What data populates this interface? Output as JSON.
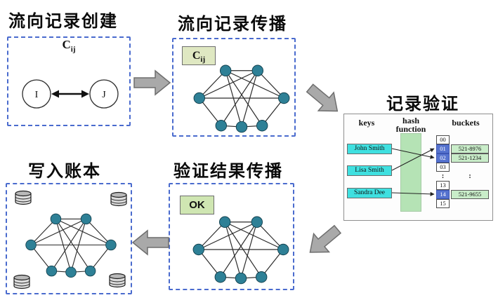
{
  "stages": {
    "create": {
      "title": "流向记录创建",
      "label_main": "C",
      "label_sub": "ij",
      "node_left": "I",
      "node_right": "J"
    },
    "propagate": {
      "title": "流向记录传播",
      "chip_main": "C",
      "chip_sub": "ij"
    },
    "verify": {
      "title": "记录验证"
    },
    "result": {
      "title": "验证结果传播",
      "chip": "OK"
    },
    "ledger": {
      "title": "写入账本"
    }
  },
  "hash_table": {
    "headers": {
      "keys": "keys",
      "hash_line1": "hash",
      "hash_line2": "function",
      "buckets": "buckets"
    },
    "keys": [
      "John Smith",
      "Lisa Smith",
      "Sandra Dee"
    ],
    "bucket_rows": [
      {
        "index": "00",
        "value": ""
      },
      {
        "index": "01",
        "value": "521-8976"
      },
      {
        "index": "02",
        "value": "521-1234"
      },
      {
        "index": "03",
        "value": ""
      },
      {
        "index": ":",
        "value": ":"
      },
      {
        "index": "13",
        "value": ""
      },
      {
        "index": "14",
        "value": "521-9655"
      },
      {
        "index": "15",
        "value": ""
      }
    ]
  },
  "colors": {
    "box_border": "#4a6bce",
    "node_fill": "#2e8096",
    "arrow_fill": "#a9a9a9",
    "key_bg": "#3fe0e0",
    "hash_fn_bg": "#b5e3b5",
    "value_bg": "#c9edc9",
    "highlight_bg": "#5673cf",
    "chip_cij_bg": "#dfe8c2",
    "chip_ok_bg": "#cfe6b2"
  }
}
